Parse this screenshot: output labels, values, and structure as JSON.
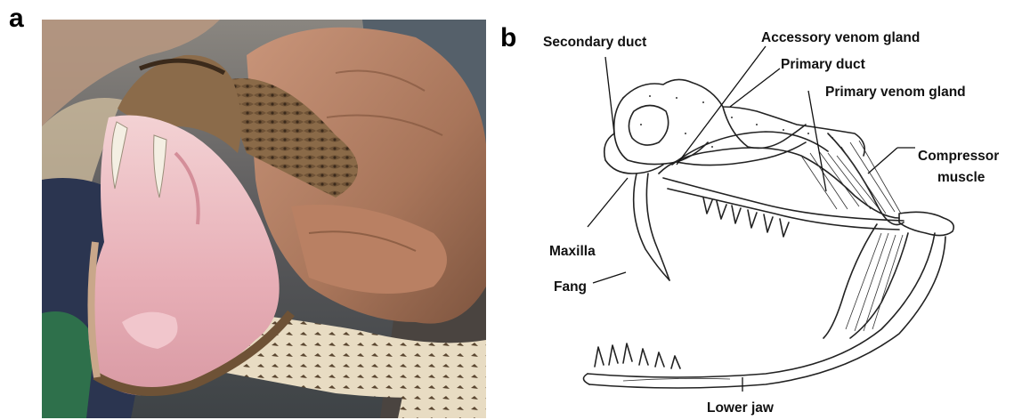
{
  "panels": {
    "a": {
      "letter": "a"
    },
    "b": {
      "letter": "b"
    }
  },
  "diagram": {
    "labels": {
      "secondary_duct": "Secondary duct",
      "accessory_venom_gland": "Accessory venom gland",
      "primary_duct": "Primary duct",
      "primary_venom_gland": "Primary venom gland",
      "compressor_muscle_line1": "Compressor",
      "compressor_muscle_line2": "muscle",
      "maxilla": "Maxilla",
      "fang": "Fang",
      "lower_jaw": "Lower jaw"
    }
  },
  "colors": {
    "background": "#ffffff",
    "ink": "#222222",
    "photo_mouth": "#e9b7bd",
    "photo_hand": "#b07a5c",
    "photo_jacket": "#2b3550"
  }
}
